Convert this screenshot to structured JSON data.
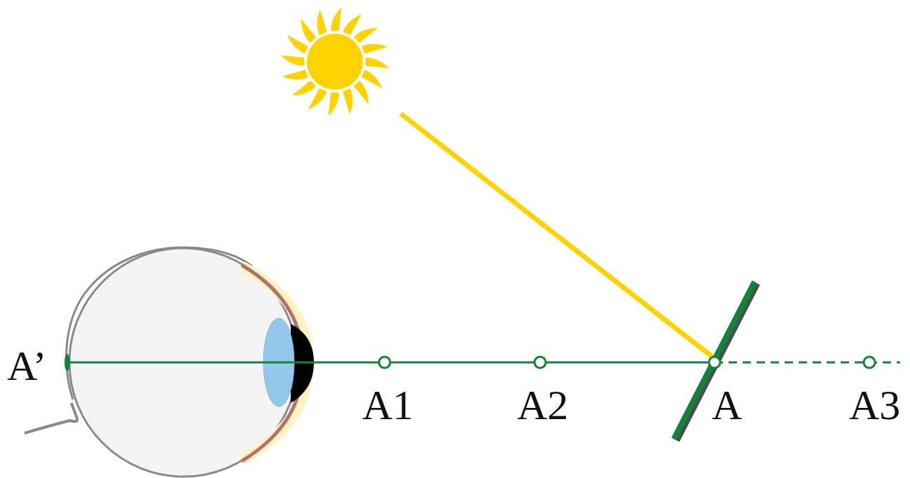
{
  "diagram": {
    "labels": [
      "A’",
      "A1",
      "A2",
      "A",
      "A3"
    ]
  }
}
